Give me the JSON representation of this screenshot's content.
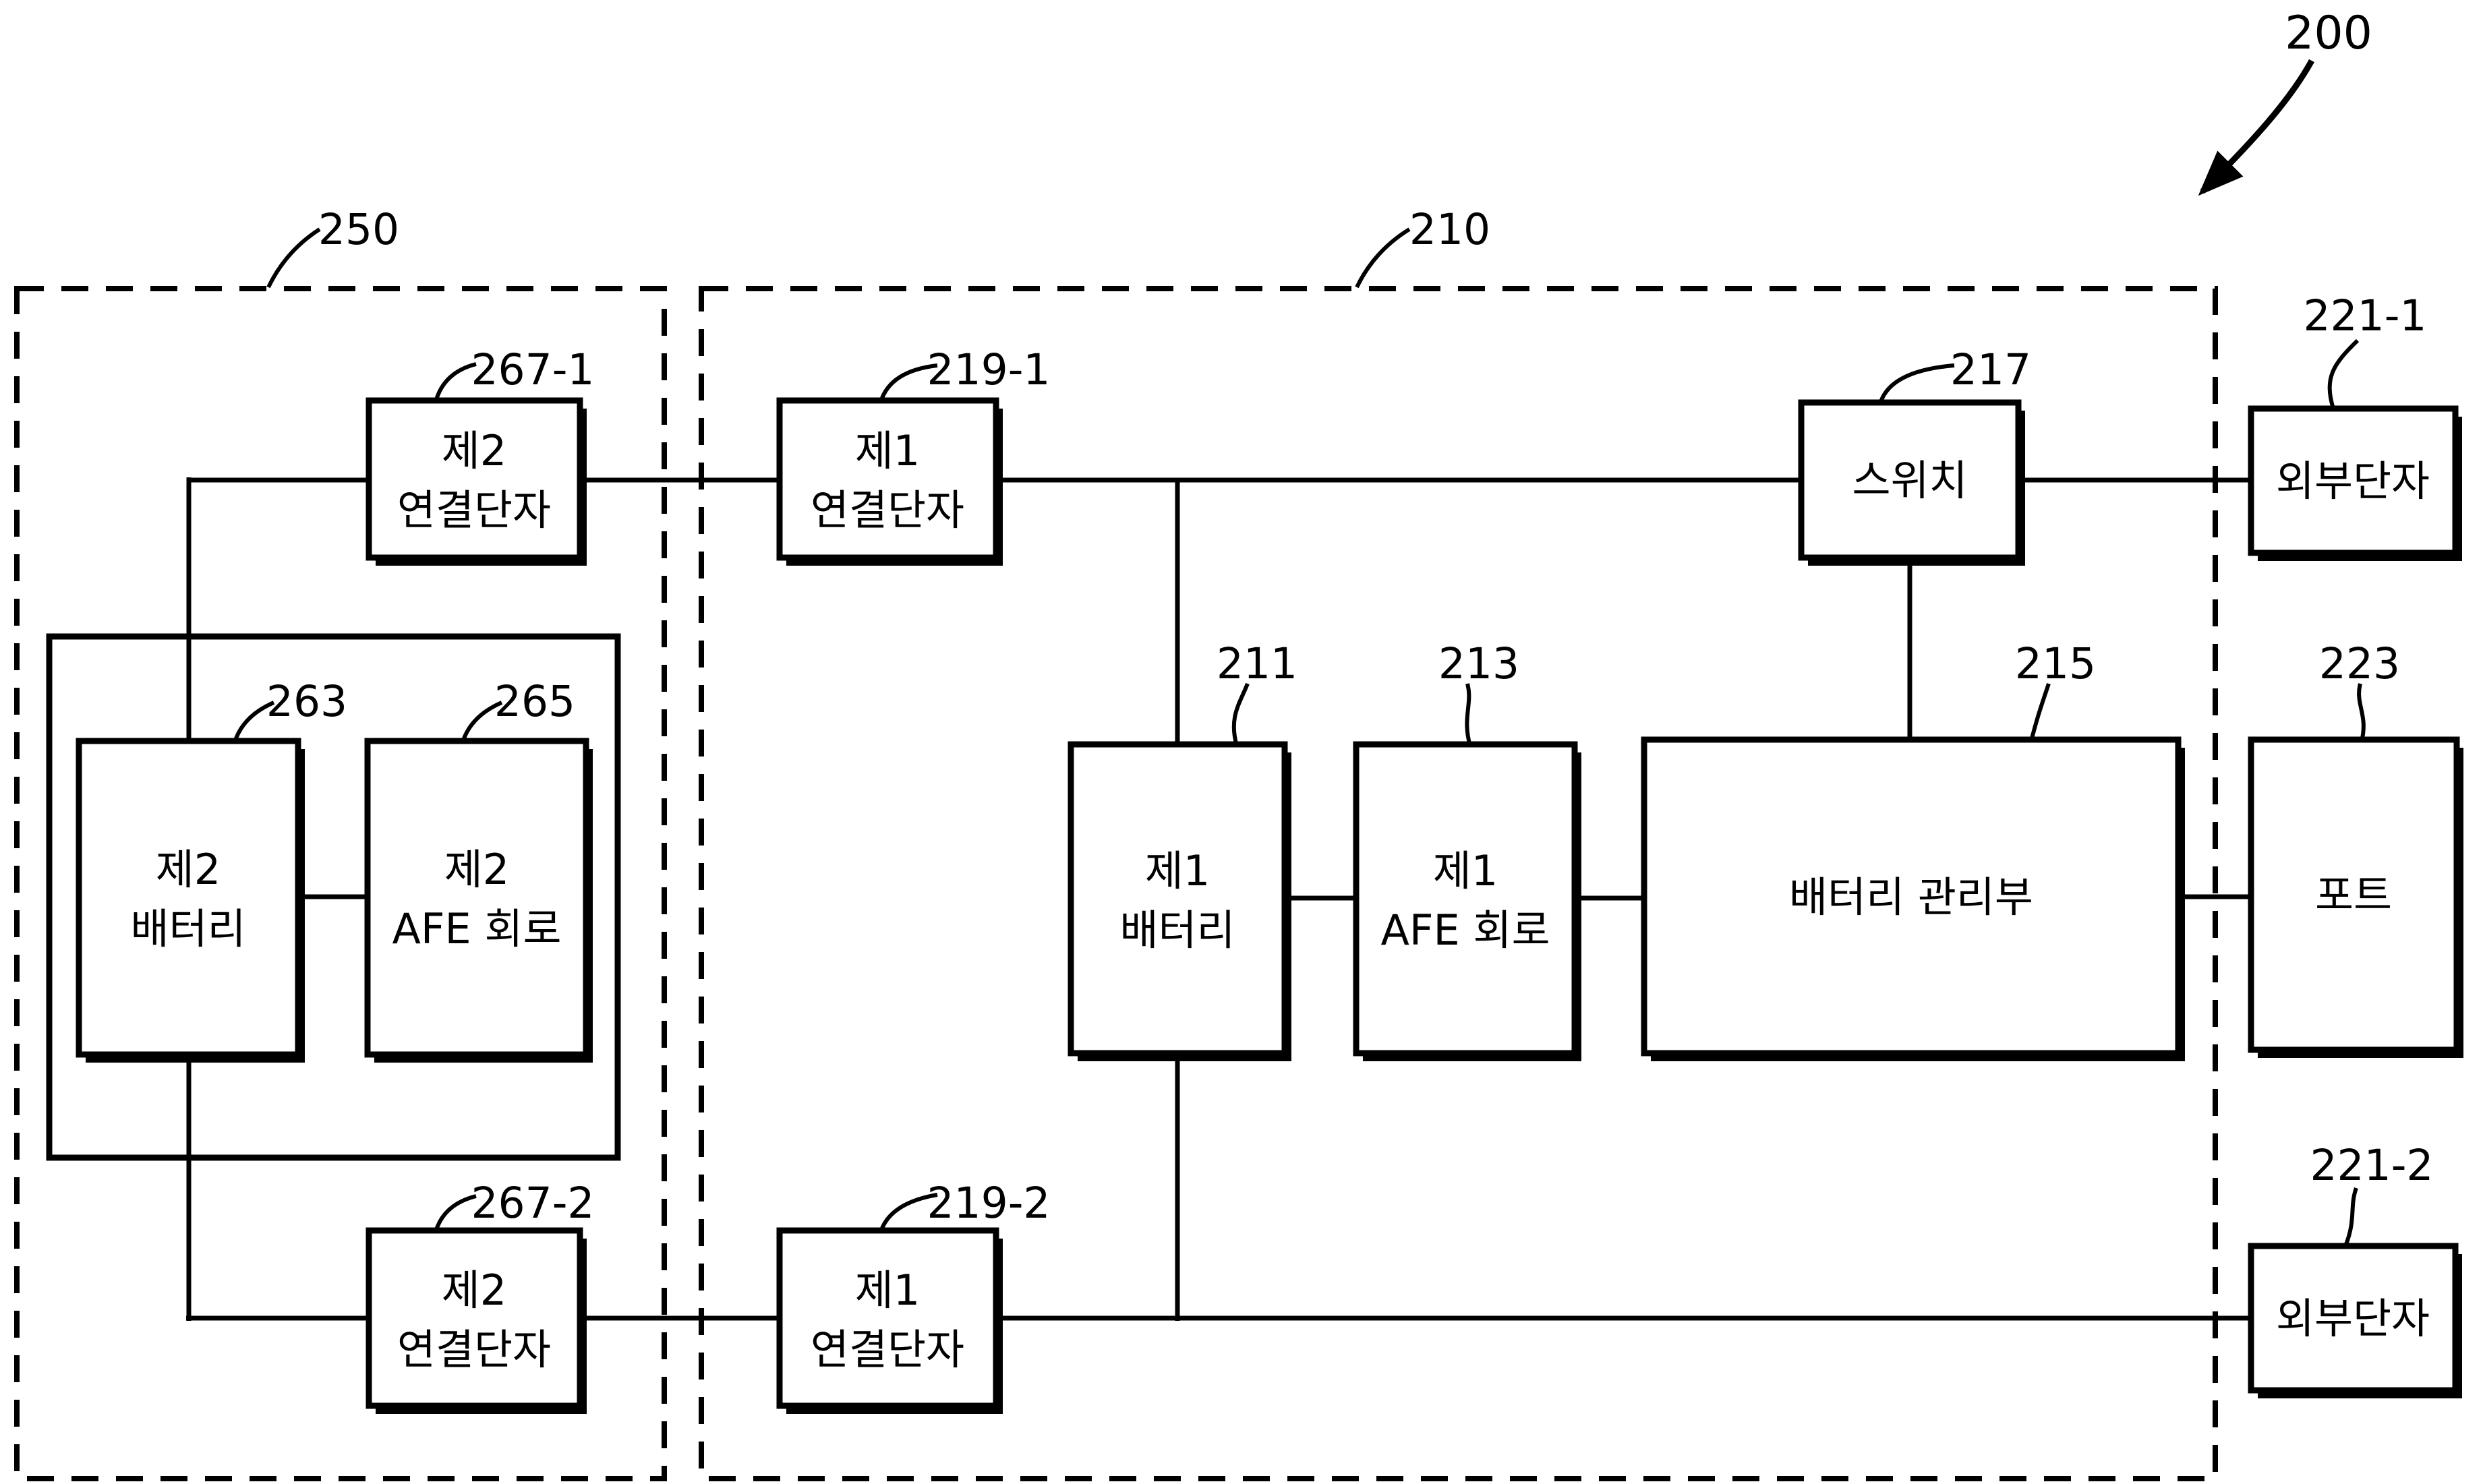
{
  "figure": {
    "number_label": "200"
  },
  "groups": {
    "second_battery_pack": {
      "ref": "250"
    },
    "main_device": {
      "ref": "210"
    }
  },
  "blocks": {
    "t267_1": {
      "ref": "267-1",
      "line1": "제2",
      "line2": "연결단자"
    },
    "t219_1": {
      "ref": "219-1",
      "line1": "제1",
      "line2": "연결단자"
    },
    "switch": {
      "ref": "217",
      "label": "스위치"
    },
    "ext1": {
      "ref": "221-1",
      "label": "외부단자"
    },
    "bat2": {
      "ref": "263",
      "line1": "제2",
      "line2": "배터리"
    },
    "afe2": {
      "ref": "265",
      "line1": "제2",
      "line2": "AFE 회로"
    },
    "bat1": {
      "ref": "211",
      "line1": "제1",
      "line2": "배터리"
    },
    "afe1": {
      "ref": "213",
      "line1": "제1",
      "line2": "AFE 회로"
    },
    "bms": {
      "ref": "215",
      "label": "배터리 관리부"
    },
    "port": {
      "ref": "223",
      "label": "포트"
    },
    "t267_2": {
      "ref": "267-2",
      "line1": "제2",
      "line2": "연결단자"
    },
    "t219_2": {
      "ref": "219-2",
      "line1": "제1",
      "line2": "연결단자"
    },
    "ext2": {
      "ref": "221-2",
      "label": "외부단자"
    }
  },
  "colors": {
    "ink": "#000000",
    "paper": "#ffffff"
  }
}
